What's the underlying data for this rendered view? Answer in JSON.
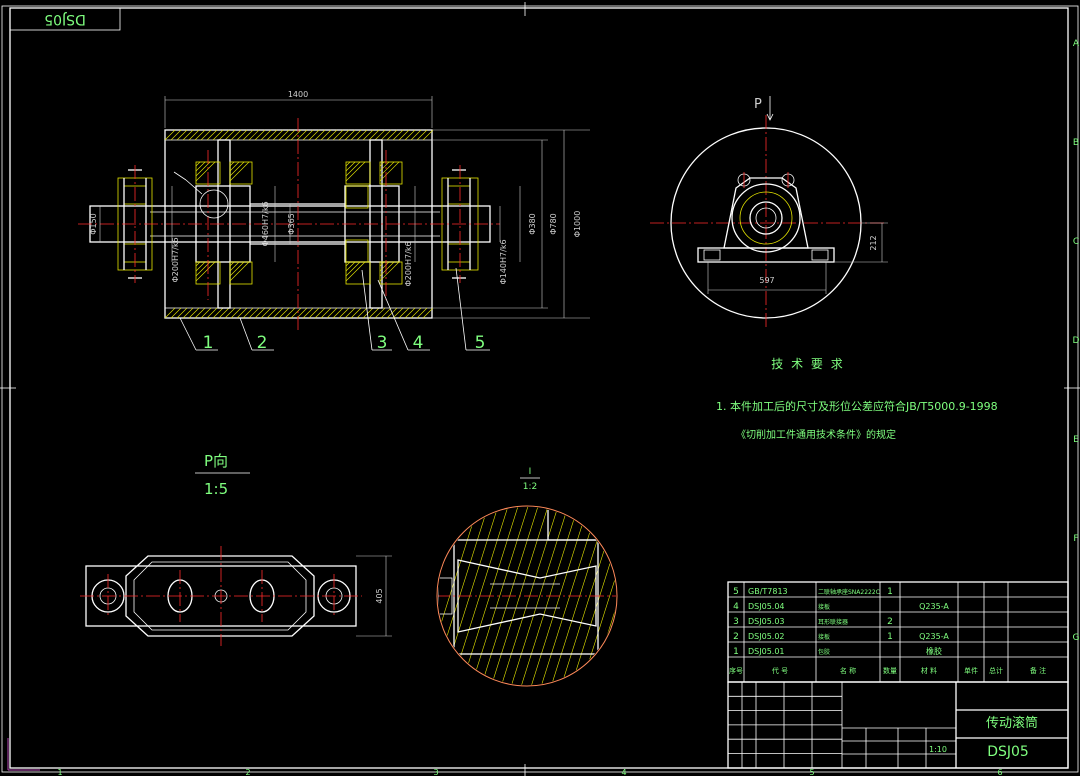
{
  "drawing": {
    "corner_code": "DSJ05",
    "zone_letters": [
      "A",
      "B",
      "C",
      "D",
      "E",
      "F",
      "G"
    ],
    "zone_numbers": [
      "1",
      "2",
      "3",
      "4",
      "5",
      "6"
    ]
  },
  "main_view": {
    "overall_length": "1400",
    "dims": [
      "Φ150",
      "Φ200H7/k6",
      "Φ460H7/k6",
      "Φ365",
      "Φ200H7/k6",
      "Φ140H7/k6",
      "Φ380",
      "Φ780",
      "Φ1000"
    ],
    "callouts": [
      "1",
      "2",
      "3",
      "4",
      "5"
    ]
  },
  "side_view": {
    "arrow_label": "P",
    "dim_width": "597",
    "dim_height": "212"
  },
  "p_view": {
    "label": "P向",
    "scale": "1:5",
    "dim": "405"
  },
  "detail": {
    "label": "I",
    "scale": "1:2"
  },
  "tech": {
    "title": "技 术 要 求",
    "lines": [
      "1. 本件加工后的尺寸及形位公差应符合JB/T5000.9-1998",
      "《切削加工件通用技术条件》的规定"
    ]
  },
  "bom": {
    "rows": [
      {
        "no": "5",
        "code": "GB/T7813",
        "name": "二联轴承座SNA2222C",
        "qty": "1",
        "mat": ""
      },
      {
        "no": "4",
        "code": "DSJ05.04",
        "name": "接板",
        "qty": "",
        "mat": "Q235-A"
      },
      {
        "no": "3",
        "code": "DSJ05.03",
        "name": "耳形联接器",
        "qty": "2",
        "mat": ""
      },
      {
        "no": "2",
        "code": "DSJ05.02",
        "name": "接板",
        "qty": "1",
        "mat": "Q235-A"
      },
      {
        "no": "1",
        "code": "DSJ05.01",
        "name": "包胶",
        "qty": "",
        "mat": "橡胶"
      }
    ],
    "headers": [
      "序号",
      "代 号",
      "名 称",
      "数量",
      "材 料",
      "单件",
      "总计",
      "备 注"
    ]
  },
  "title_block": {
    "part_name": "传动滚筒",
    "drawing_no": "DSJ05",
    "scale_value": "1:10"
  },
  "colors": {
    "green": "#7fff7f",
    "cyan": "#00d8d8",
    "red": "#ff2b2b",
    "yellow": "#e6e600"
  }
}
